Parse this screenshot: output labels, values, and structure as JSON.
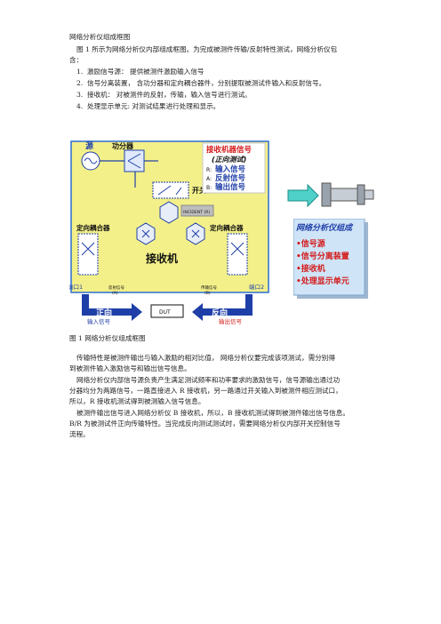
{
  "doc": {
    "title": "网络分析仪组成框图",
    "para1_line1": "图 1 所示为网络分析仪内部组成框图。为完成被测件传输/反射特性测试，网络分析仪包",
    "para1_line2": "含：",
    "list": [
      {
        "num": "1.",
        "text": "激励信号源：  提供被测件激励输入信号"
      },
      {
        "num": "2.",
        "text": "信号分离装置，  含功分器和定向耦合器件，分别提取被测试件输入和反射信号。"
      },
      {
        "num": "3.",
        "text": "接收机：  对被测件的反射，传输，输入信号进行测试。"
      },
      {
        "num": "4.",
        "text": "处理显示单元: 对测试结果进行处理和显示。"
      }
    ],
    "caption": "图 1   网络分析仪组成框图",
    "body_lines": [
      "传输特性是被测件输出与输入激励的相对比值，  网络分析仪要完成该项测试，需分别得",
      "到被测件输入激励信号和输出信号信息。",
      "网络分析仪内部信号源负责产生满足测试频率和功率要求的激励信号，信号源输出通过功",
      "分器均分为两路信号，一路直接进入 R 接收机，另一路通过开关输入到被测件相应测试口，",
      "所以，R  接收机测试得到被测输入信号信息。",
      "被测件输出信号进入网络分析仪 B 接收机，所以，B 接收机测试得到被测件输出信号信息。",
      "B/R 为被测试件正向传输特性。当完成反向测试测试时，需要网络分析仪内部开关控制信号",
      "流程。"
    ]
  },
  "diagram": {
    "source_label": "源",
    "splitter_label": "功分器",
    "receiver_box_title": "接收机器信号",
    "receiver_box_sub": "(正向测试)",
    "signals": [
      {
        "key": "R:",
        "label": "输入信号"
      },
      {
        "key": "A:",
        "label": "反射信号"
      },
      {
        "key": "B:",
        "label": "输出信号"
      }
    ],
    "switch_label": "开关",
    "incident_label": "INCIDENT (R)",
    "coupler_left": "定向耦合器",
    "coupler_right": "定向耦合器",
    "receiver": "接收机",
    "port1": "端口1",
    "port2": "端口2",
    "reflected": "反射信号",
    "reflected_sub": "(A)",
    "transmitted": "传输信号",
    "transmitted_sub": "(B)",
    "forward": "正向",
    "reverse": "反向",
    "dut": "DUT",
    "input_signal": "输入信号",
    "output_signal": "输出信号"
  },
  "summary": {
    "title": "网络分析仪组成",
    "items": [
      "•信号源",
      "•信号分离装置",
      "•接收机",
      "•处理显示单元"
    ]
  },
  "colors": {
    "panel_bg": "#f3f08a",
    "panel_border": "#2d6fd0",
    "title_red": "#d41c1c",
    "blue": "#1f3fa8",
    "summary_bg": "#cfe4f7"
  }
}
